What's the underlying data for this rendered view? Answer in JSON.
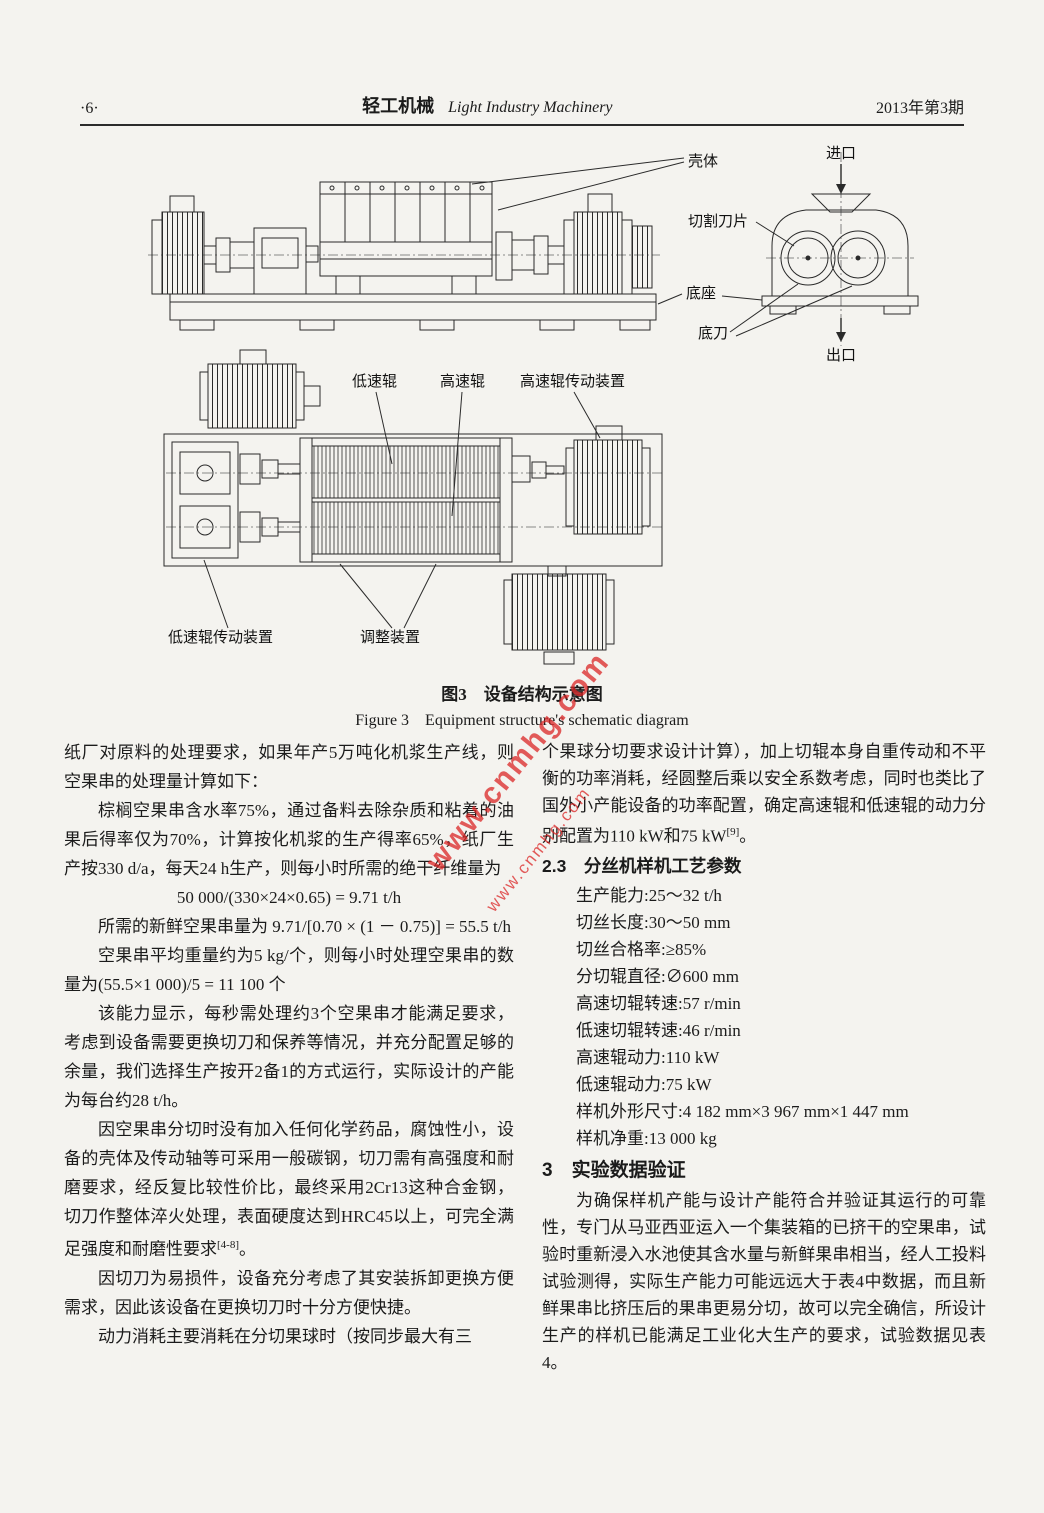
{
  "header": {
    "page_no": "·6·",
    "journal_cn": "轻工机械",
    "journal_en": "Light Industry Machinery",
    "issue": "2013年第3期"
  },
  "figure": {
    "caption_cn": "图3　设备结构示意图",
    "caption_en": "Figure 3　Equipment structure's schematic diagram",
    "labels": {
      "shell": "壳体",
      "inlet": "进口",
      "blade": "切割刀片",
      "base": "底座",
      "bottom_knife": "底刀",
      "outlet": "出口",
      "low_roller": "低速辊",
      "high_roller": "高速辊",
      "high_drive": "高速辊传动装置",
      "low_drive": "低速辊传动装置",
      "adjust": "调整装置"
    }
  },
  "watermark": {
    "line1": "www.cnmhg.com",
    "line2": "www.cnmhg.com"
  },
  "left_column": {
    "p1": "纸厂对原料的处理要求，如果年产5万吨化机浆生产线，则空果串的处理量计算如下：",
    "p2": "棕榈空果串含水率75%，通过备料去除杂质和粘着的油果后得率仅为70%，计算按化机浆的生产得率65%，纸厂生产按330 d/a，每天24 h生产，则每小时所需的绝干纤维量为",
    "f1": "50 000/(330×24×0.65) = 9.71 t/h",
    "p3": "所需的新鲜空果串量为 9.71/[0.70 × (1 － 0.75)] = 55.5 t/h",
    "p4": "空果串平均重量约为5 kg/个，则每小时处理空果串的数量为(55.5×1 000)/5 = 11 100 个",
    "p5": "该能力显示，每秒需处理约3个空果串才能满足要求，考虑到设备需要更换切刀和保养等情况，并充分配置足够的余量，我们选择生产按开2备1的方式运行，实际设计的产能为每台约28 t/h。",
    "p6_text": "因空果串分切时没有加入任何化学药品，腐蚀性小，设备的壳体及传动轴等可采用一般碳钢，切刀需有高强度和耐磨要求，经反复比较性价比，最终采用2Cr13这种合金钢，切刀作整体淬火处理，表面硬度达到HRC45以上，可完全满足强度和耐磨性要求",
    "p6_sup": "[4-8]",
    "p6_tail": "。",
    "p7": "因切刀为易损件，设备充分考虑了其安装拆卸更换方便需求，因此该设备在更换切刀时十分方便快捷。",
    "p8": "动力消耗主要消耗在分切果球时（按同步最大有三"
  },
  "right_column": {
    "p1_text": "个果球分切要求设计计算），加上切辊本身自重传动和不平衡的功率消耗，经圆整后乘以安全系数考虑，同时也类比了国外小产能设备的功率配置，确定高速辊和低速辊的动力分别配置为110 kW和75 kW",
    "p1_sup": "[9]",
    "p1_tail": "。",
    "h23": "2.3　分丝机样机工艺参数",
    "params": [
      "生产能力:25～32 t/h",
      "切丝长度:30～50 mm",
      "切丝合格率:≥85%",
      "分切辊直径:∅600 mm",
      "高速切辊转速:57 r/min",
      "低速切辊转速:46 r/min",
      "高速辊动力:110 kW",
      "低速辊动力:75 kW",
      "样机外形尺寸:4 182 mm×3 967 mm×1 447 mm",
      "样机净重:13 000 kg"
    ],
    "h3": "3　实验数据验证",
    "p2": "为确保样机产能与设计产能符合并验证其运行的可靠性，专门从马亚西亚运入一个集装箱的已挤干的空果串，试验时重新浸入水池使其含水量与新鲜果串相当，经人工投料试验测得，实际生产能力可能远远大于表4中数据，而且新鲜果串比挤压后的果串更易分切，故可以完全确信，所设计生产的样机已能满足工业化大生产的要求，试验数据见表4。"
  }
}
